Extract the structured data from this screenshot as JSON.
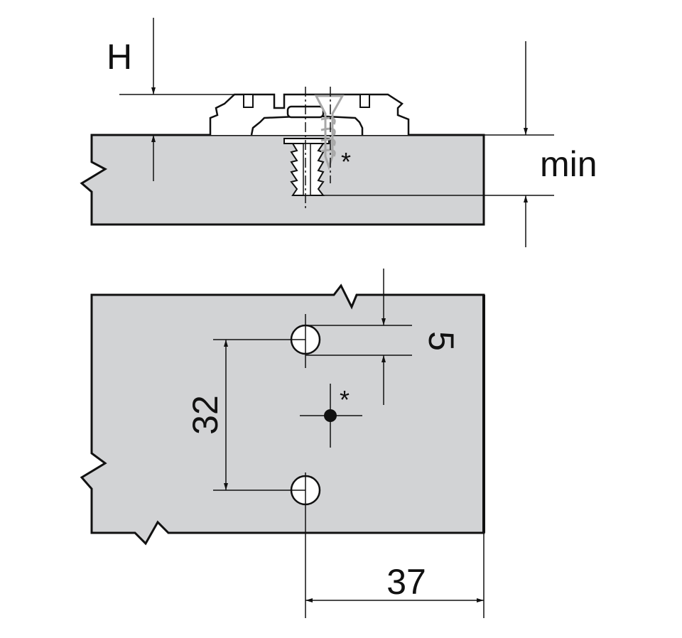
{
  "labels": {
    "height": "H",
    "min_depth": "min",
    "offset": "5",
    "hole_spacing": "32",
    "edge_distance": "37",
    "asterisk_side": "*",
    "asterisk_top": "*"
  },
  "colors": {
    "board_fill": "#d2d3d5",
    "line": "#111111",
    "screw": "#a8a8a8"
  }
}
